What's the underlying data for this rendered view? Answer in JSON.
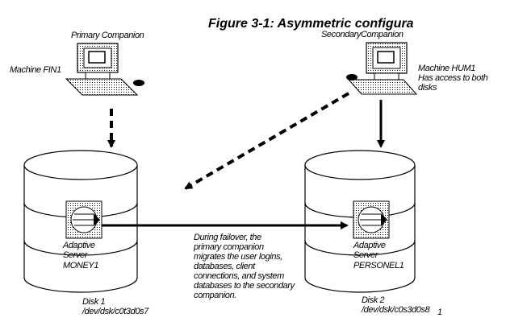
{
  "figure_title": "Figure 3-1: Asymmetric configura",
  "primary": {
    "role_label": "Primary Companion",
    "machine_label": "Machine FIN1"
  },
  "secondary": {
    "role_label": "SecondaryCompanion",
    "machine_lines": [
      "Machine HUM1",
      "Has access to both",
      "disks"
    ]
  },
  "disk1": {
    "server_lines": [
      "Adaptive",
      "Server",
      "MONEY1"
    ],
    "disk_lines": [
      "Disk 1",
      "/dev/dsk/c0t3d0s7"
    ]
  },
  "disk2": {
    "server_lines": [
      "Adaptive",
      "Server",
      "PERSONEL1"
    ],
    "disk_lines": [
      "Disk 2",
      "/dev/dsk/c0s3d0s8"
    ]
  },
  "failover_note_lines": [
    "During failover, the",
    "primary companion",
    "migrates the user logins,",
    "databases, client",
    "connections, and system",
    "databases to the secondary",
    "companion."
  ],
  "page_mark": "1"
}
